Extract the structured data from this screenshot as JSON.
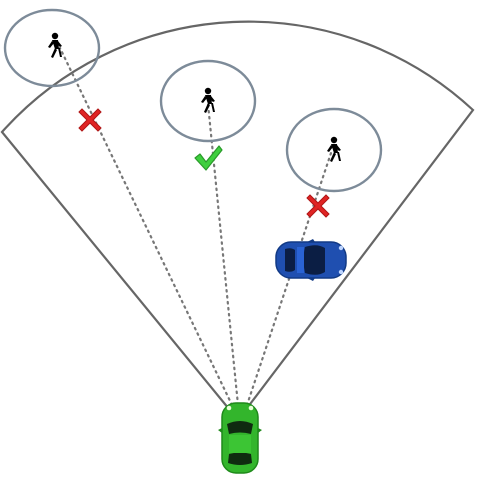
{
  "ego_vehicle": {
    "color": "#33b52c",
    "icon": "car-top-view-icon"
  },
  "occluding_vehicle": {
    "color": "#1f4fb0",
    "icon": "car-top-view-icon"
  },
  "field_of_view": {
    "shape": "sector",
    "stroke": "#666666",
    "fill": "#ffffff"
  },
  "pedestrians": [
    {
      "id": "pedestrian-left",
      "icon": "walking-person-icon",
      "visibility": "out-of-view",
      "marker": "cross-icon"
    },
    {
      "id": "pedestrian-center",
      "icon": "walking-person-icon",
      "visibility": "visible",
      "marker": "check-icon"
    },
    {
      "id": "pedestrian-right",
      "icon": "walking-person-icon",
      "visibility": "occluded",
      "marker": "cross-icon"
    }
  ],
  "colors": {
    "visible_marker": "#3ecf3e",
    "blocked_marker": "#e02424",
    "ring": "#7d8b99",
    "sight_line": "#777777"
  }
}
